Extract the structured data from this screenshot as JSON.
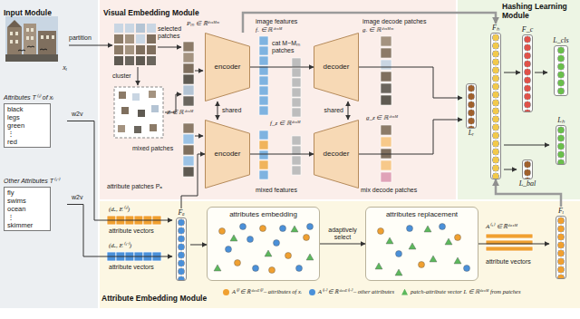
{
  "diagram": {
    "nodes": [
      {
        "text": [
          "Input Module"
        ]
      },
      {
        "text": [
          "xᵢ"
        ],
        "in": 0
      },
      {
        "text": [
          "Attributes T⁽ⁱ⁾ of xᵢ",
          "black",
          "legs",
          "green",
          "⋮",
          "red"
        ],
        "in": 0
      },
      {
        "text": [
          "Other Attributes T⁽ⁱ⁻⁾",
          "fly",
          "swims",
          "ocean",
          "⋮",
          "skimmer"
        ],
        "in": 0
      },
      {
        "text": [
          "Visual Embedding Module"
        ]
      },
      {
        "text": [
          "encoder"
        ],
        "in": 4
      },
      {
        "text": [
          "encoder"
        ],
        "in": 4
      },
      {
        "text": [
          "decoder"
        ],
        "in": 4
      },
      {
        "text": [
          "decoder"
        ],
        "in": 4
      },
      {
        "text": [
          "Hashing Learning Module"
        ]
      },
      {
        "text": [
          "Fₕ"
        ],
        "in": 9
      },
      {
        "text": [
          "F_c"
        ],
        "in": 9
      },
      {
        "text": [
          "L_cls"
        ],
        "in": 9
      },
      {
        "text": [
          "Lᵣ"
        ],
        "in": 9
      },
      {
        "text": [
          "Lₕ"
        ],
        "in": 9
      },
      {
        "text": [
          "L_bal"
        ],
        "in": 9
      },
      {
        "text": [
          "Attribute Embedding Module"
        ]
      },
      {
        "text": [
          "Fₐ"
        ],
        "in": 16
      },
      {
        "text": [
          "attributes embedding"
        ],
        "in": 16
      },
      {
        "text": [
          "attributes replacement"
        ],
        "in": 16
      },
      {
        "text": [
          "Fᵢ"
        ],
        "in": 16
      }
    ],
    "edges": [
      {
        "from": 5,
        "to": 7,
        "arrow": "to"
      },
      {
        "from": 6,
        "to": 8,
        "arrow": "to"
      },
      {
        "from": 5,
        "to": 10,
        "arrow": "to"
      },
      {
        "from": 7,
        "to": 13,
        "arrow": "to"
      },
      {
        "from": 8,
        "to": 13,
        "arrow": "to"
      },
      {
        "from": 10,
        "to": 11,
        "arrow": "to"
      },
      {
        "from": 11,
        "to": 12,
        "arrow": "to"
      },
      {
        "from": 10,
        "to": 14,
        "arrow": "to"
      },
      {
        "from": 10,
        "to": 15,
        "arrow": "to"
      },
      {
        "from": 2,
        "to": 17,
        "arrow": "to"
      },
      {
        "from": 3,
        "to": 17,
        "arrow": "to"
      },
      {
        "from": 17,
        "to": 6,
        "arrow": "to"
      },
      {
        "from": 17,
        "to": 18,
        "arrow": "to"
      },
      {
        "from": 18,
        "to": 19,
        "label": "adaptively select",
        "arrow": "to"
      },
      {
        "from": 19,
        "to": 20,
        "arrow": "to"
      },
      {
        "from": 20,
        "to": 10,
        "arrow": "to"
      },
      {
        "from": 5,
        "to": 6,
        "label": "shared",
        "arrow": "both"
      },
      {
        "from": 7,
        "to": 8,
        "label": "shared",
        "arrow": "both"
      }
    ],
    "labels": [
      "partition",
      "cluster",
      "selected patches",
      "Pₘ ∈ ℝᵈᵛˣᴹᵐ",
      "image features",
      "fₓ ∈ ℝᵈᵛˣᴹ",
      "cat M−Mₘ patches",
      "image decode patches",
      "gₓ ∈ ℝᵈᵛˣᴹᵐ",
      "Z ∈ ℝᵈᵛˣᴹ",
      "mixed patches",
      "attribute patches Pₐ",
      "mixed features",
      "f_z ∈ ℝᵈᵛˣᴹ",
      "mix decode patches",
      "g_z ∈ ℝᵈᵛˣᴹ",
      "w2v",
      "w2v",
      "(dₐ, E⁽ⁱ⁾)",
      "attribute vectors",
      "(dₐ, E⁽ⁱ⁻⁾)",
      "attribute vectors",
      "A⁽ˢ⁾ ∈ ℝᵈᵃˣᴹ",
      "attribute vectors"
    ],
    "legend": [
      {
        "text": "A⁽ⁱ⁾ ∈ ℝᵈᵃˣᴱ⁽ⁱ⁾ – attributes of xᵢ",
        "color": "#f0a030"
      },
      {
        "text": "A⁽ⁱ⁻⁾ ∈ ℝᵈᵃˣᴱ⁽ⁱ⁻⁾ – other attributes",
        "color": "#4a90d9"
      },
      {
        "text": "patch-attribute vector L ∈ ℝᵈᵃˣᴹ from patches",
        "color": "#5cb85c"
      }
    ]
  }
}
